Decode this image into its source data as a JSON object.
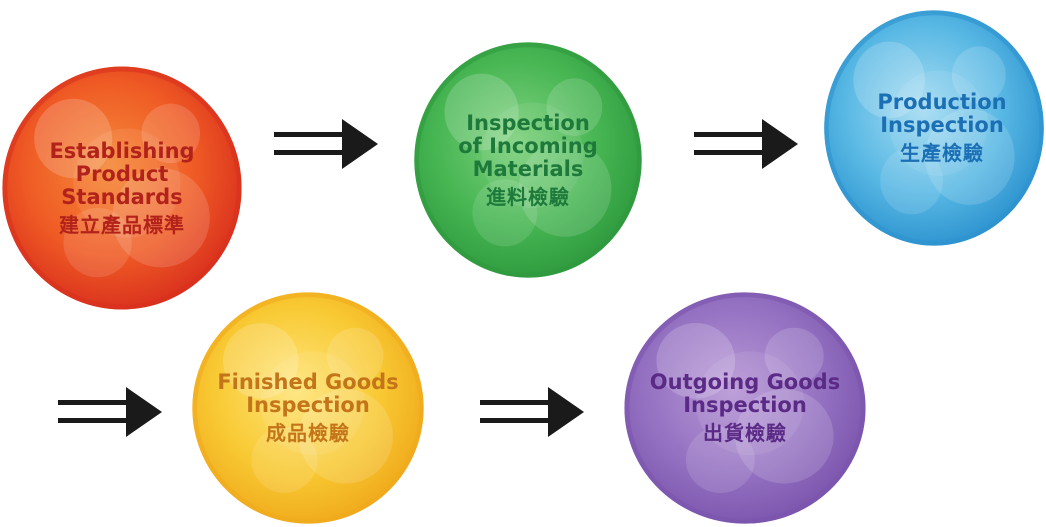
{
  "steps": [
    {
      "en_lines": [
        "Establishing",
        "Product",
        "Standards"
      ],
      "zh": "建立產品標準",
      "text_color": "#b3221a",
      "colors": {
        "center": "#f58b3a",
        "mid": "#ef5a24",
        "edge": "#d9301e"
      }
    },
    {
      "en_lines": [
        "Inspection",
        "of Incoming",
        "Materials"
      ],
      "zh": "進料檢驗",
      "text_color": "#1d7a3a",
      "colors": {
        "center": "#7fd27f",
        "mid": "#46b552",
        "edge": "#2e9a3e"
      }
    },
    {
      "en_lines": [
        "Production",
        "Inspection"
      ],
      "zh": "生產檢驗",
      "text_color": "#1b6fb5",
      "colors": {
        "center": "#a6dcf2",
        "mid": "#58b8e4",
        "edge": "#2d93cf"
      }
    },
    {
      "en_lines": [
        "Finished Goods",
        "Inspection"
      ],
      "zh": "成品檢驗",
      "text_color": "#c4751a",
      "colors": {
        "center": "#ffe57a",
        "mid": "#f8c933",
        "edge": "#f0aa1c"
      }
    },
    {
      "en_lines": [
        "Outgoing Goods",
        "Inspection"
      ],
      "zh": "出貨檢驗",
      "text_color": "#5a2a86",
      "colors": {
        "center": "#b898d6",
        "mid": "#9572c2",
        "edge": "#7b55ad"
      }
    }
  ],
  "arrow_color": "#1a1a1a"
}
